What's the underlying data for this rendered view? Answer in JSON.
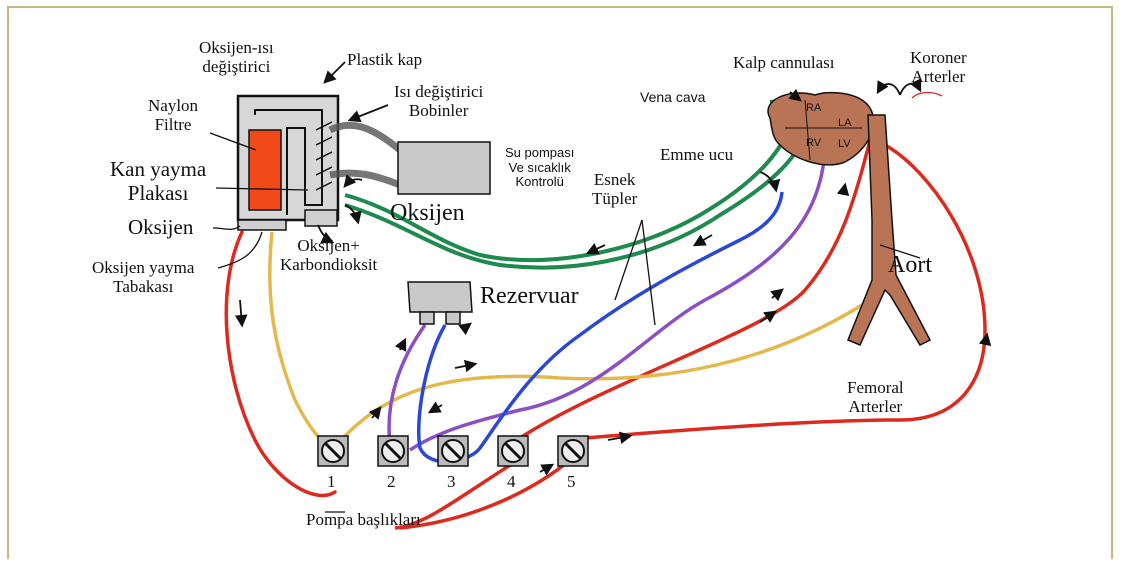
{
  "labels": {
    "oxy_heat": "Oksijen-ısı\ndeğiştirici",
    "plastic_cap": "Plastik kap",
    "heat_coils": "Isı değiştirici\nBobinler",
    "nylon_filter": "Naylon\nFiltre",
    "blood_plate": "Kan yayma\nPlakası",
    "oxygen_left": "Oksijen",
    "oxygen_spread": "Oksijen yayma\nTabakası",
    "oxy_co2": "Oksijen+\nKarbondioksit",
    "water_pump": "Su pompası\nVe sıcaklık\nKontrolü",
    "oxygen_big": "Oksijen",
    "reservoir": "Rezervuar",
    "heart_cannula": "Kalp cannulası",
    "coronary": "Koroner\nArterler",
    "vena_cava": "Vena cava",
    "suction_tip": "Emme ucu",
    "flex_tubes": "Esnek\nTüpler",
    "aort": "Aort",
    "femoral": "Femoral\nArterler",
    "pump_heads": "Pompa başlıkları"
  },
  "heart_chambers": [
    "RA",
    "LA",
    "RV",
    "LV"
  ],
  "pumps": [
    "1",
    "2",
    "3",
    "4",
    "5"
  ],
  "colors": {
    "red": "#dd2a1e",
    "green": "#1e8a4e",
    "purple": "#8a4fc4",
    "blue": "#2a48d8",
    "yellow": "#e3b94e",
    "tissue": "#b97455",
    "filter": "#f04a1a",
    "frame": "#c9b978"
  }
}
